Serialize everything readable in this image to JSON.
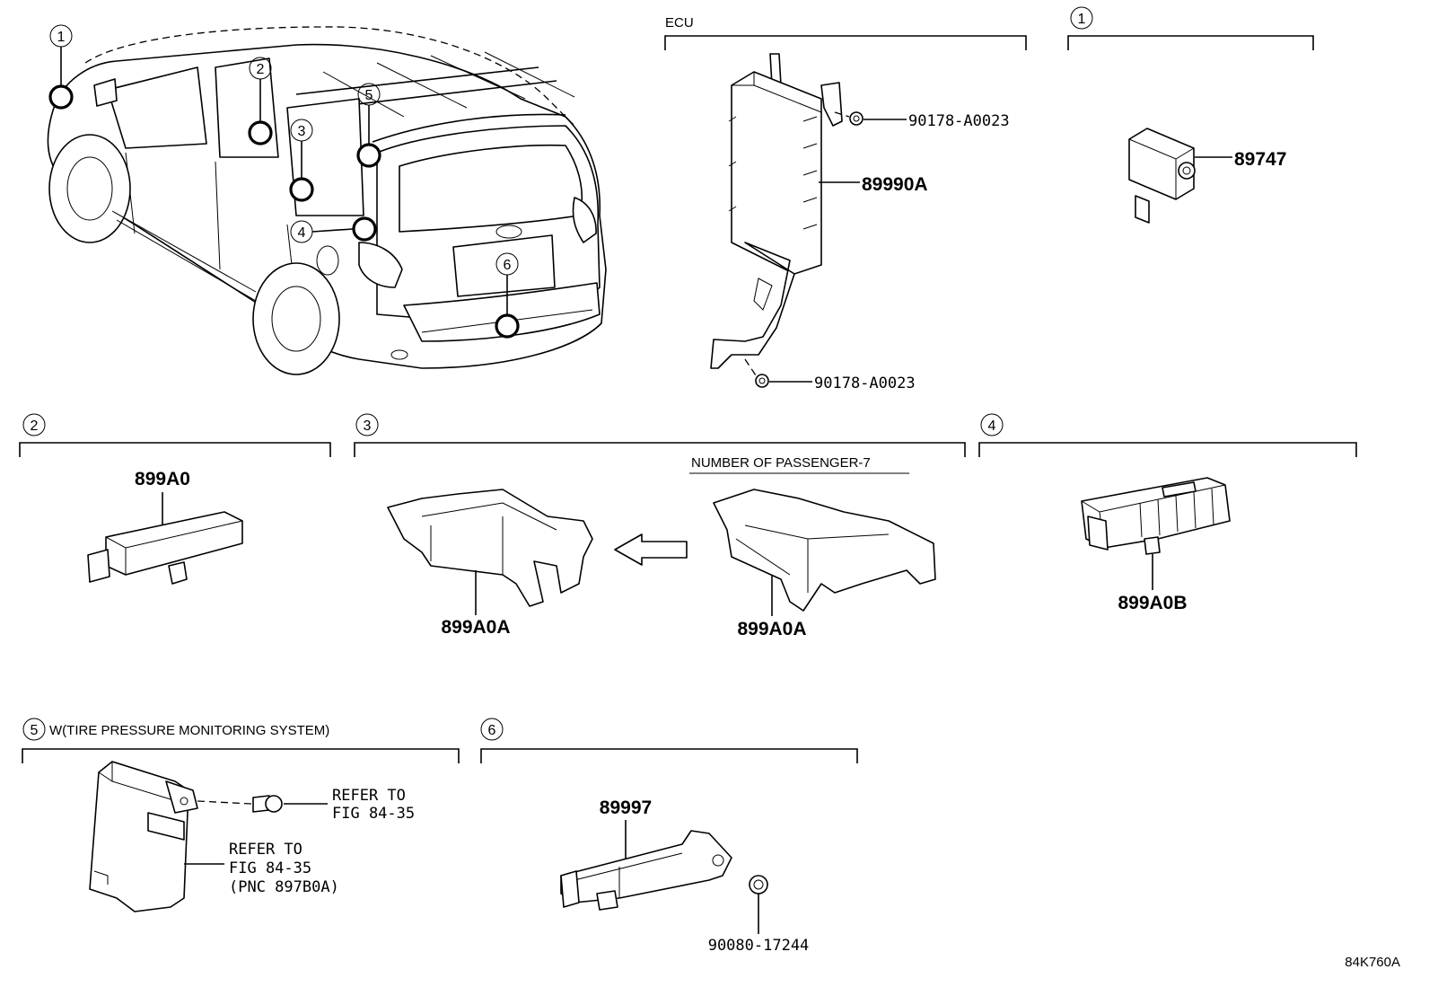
{
  "callout_markers": [
    "1",
    "2",
    "3",
    "4",
    "5",
    "6"
  ],
  "sections": {
    "ecu": {
      "title": "ECU",
      "parts": {
        "nut_top": "90178-A0023",
        "ecu": "89990A",
        "nut_bottom": "90178-A0023"
      }
    },
    "s1": {
      "marker": "1",
      "part": "89747"
    },
    "s2": {
      "marker": "2",
      "part": "899A0"
    },
    "s3": {
      "marker": "3",
      "note": "NUMBER OF PASSENGER-7",
      "part_left": "899A0A",
      "part_right": "899A0A"
    },
    "s4": {
      "marker": "4",
      "part": "899A0B"
    },
    "s5": {
      "marker": "5",
      "title": "W(TIRE PRESSURE MONITORING SYSTEM)",
      "ref1": [
        "REFER TO",
        "FIG 84-35"
      ],
      "ref2": [
        "REFER TO",
        "FIG 84-35",
        "(PNC 897B0A)"
      ]
    },
    "s6": {
      "marker": "6",
      "part": "89997",
      "nut": "90080-17244"
    }
  },
  "figure_code": "84K760A"
}
